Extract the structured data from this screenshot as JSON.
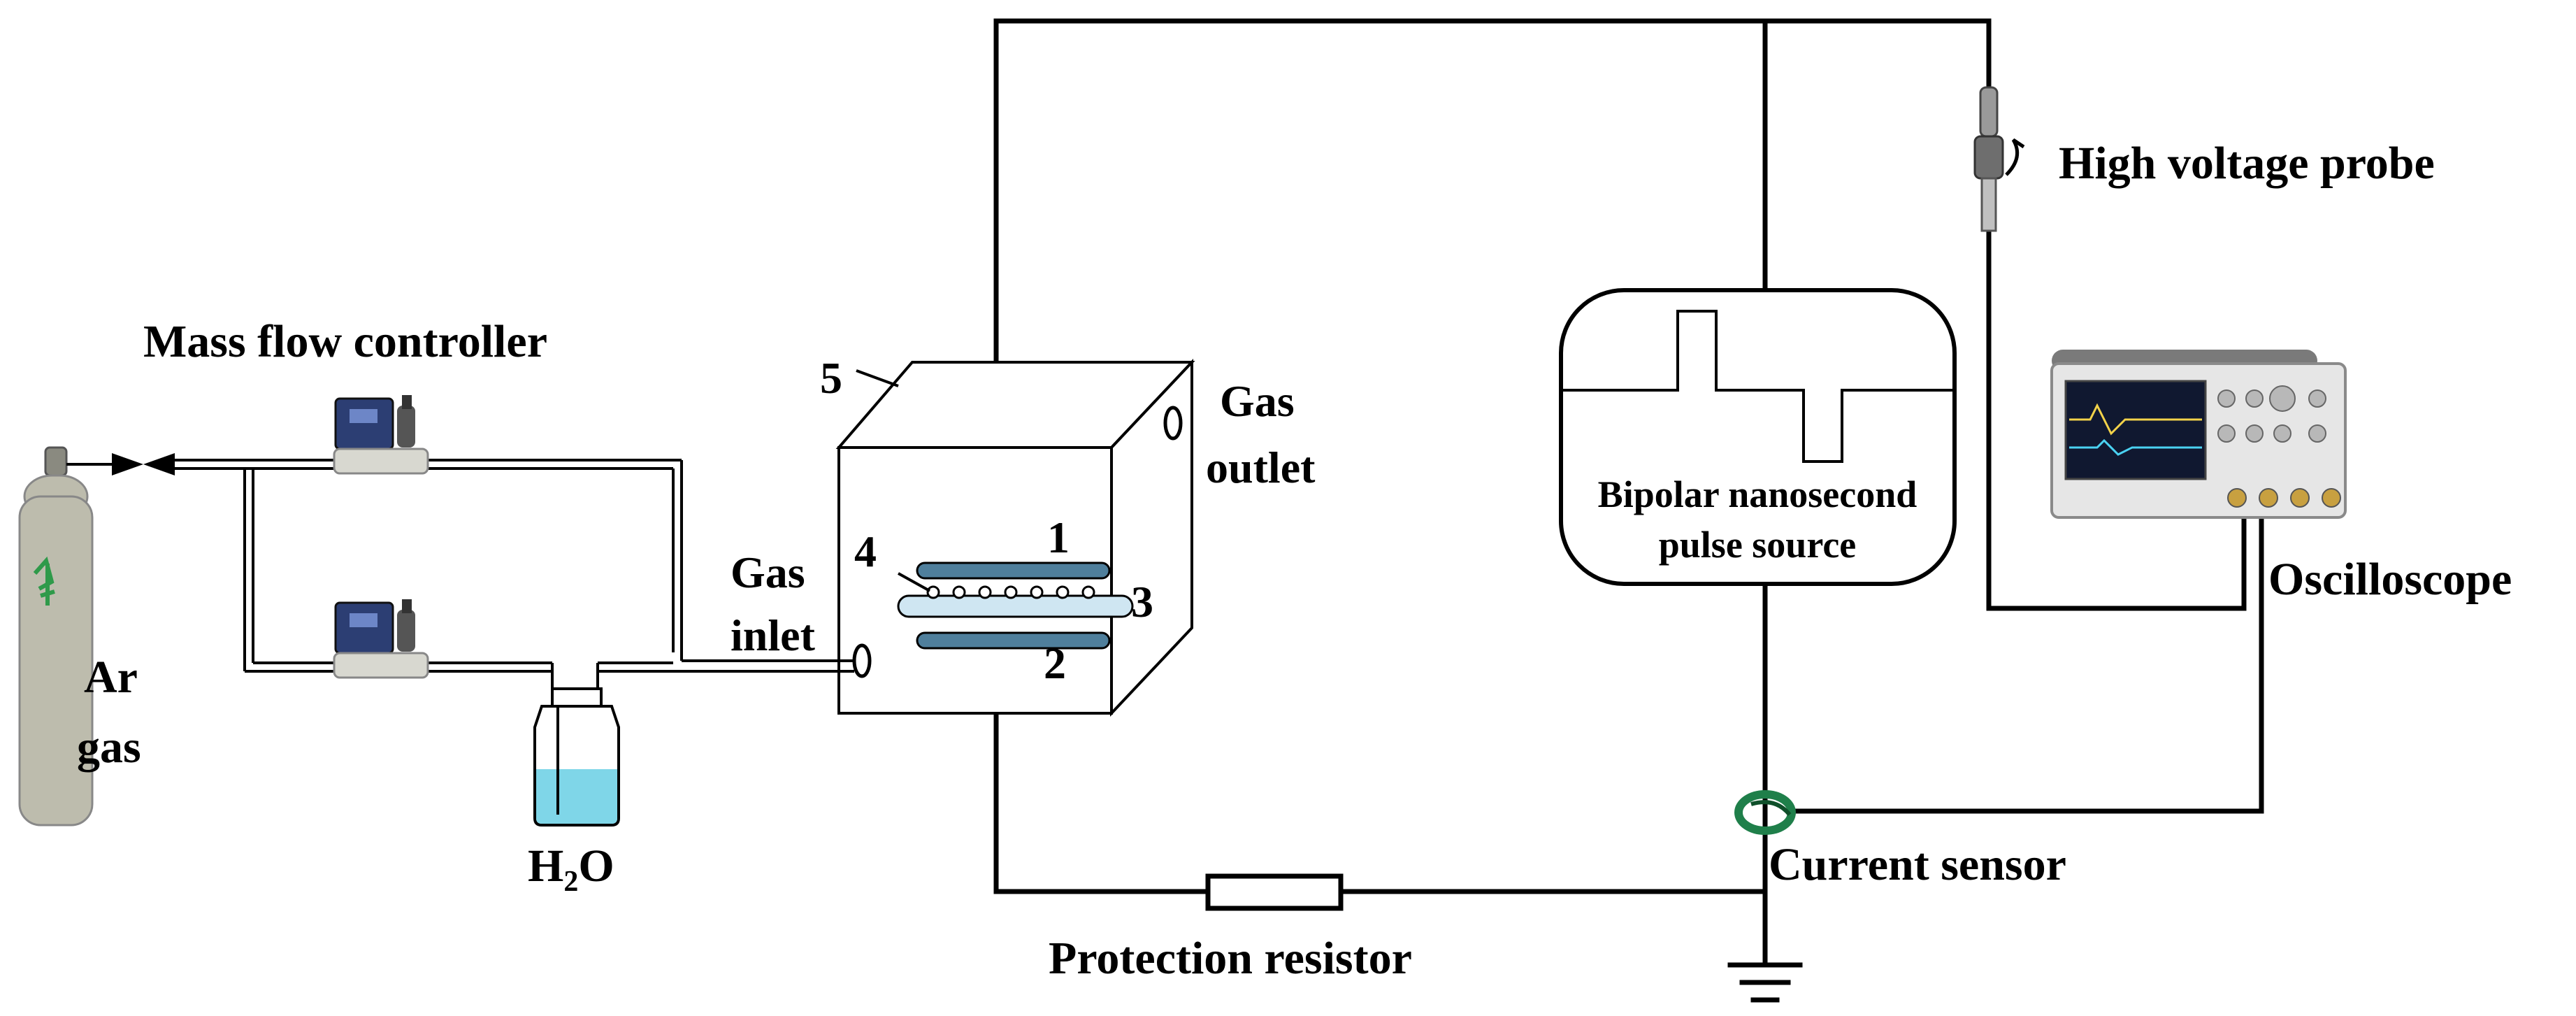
{
  "labels": {
    "mass_flow_controller": "Mass flow controller",
    "ar": "Ar",
    "gas": "gas",
    "h2o_h": "H",
    "h2o_sub": "2",
    "h2o_o": "O",
    "gas_inlet_1": "Gas",
    "gas_inlet_2": "inlet",
    "gas_outlet_1": "Gas",
    "gas_outlet_2": "outlet",
    "num_1": "1",
    "num_2": "2",
    "num_3": "3",
    "num_4": "4",
    "num_5": "5",
    "pulse_source_1": "Bipolar nanosecond",
    "pulse_source_2": "pulse source",
    "high_voltage_probe": "High voltage probe",
    "oscilloscope": "Oscilloscope",
    "current_sensor": "Current sensor",
    "protection_resistor": "Protection resistor"
  },
  "colors": {
    "line": "#000000",
    "water": "#7fd6e8",
    "cylinder": "#bdbcad",
    "cylinder_mark": "#2f9a4a",
    "mfc_body": "#2c3e73",
    "mfc_base": "#d8d8d0",
    "electrode": "#4f7f9c",
    "dielectric": "#cfe6f2",
    "current_sensor": "#1f7f4a",
    "scope_screen": "#101830"
  }
}
